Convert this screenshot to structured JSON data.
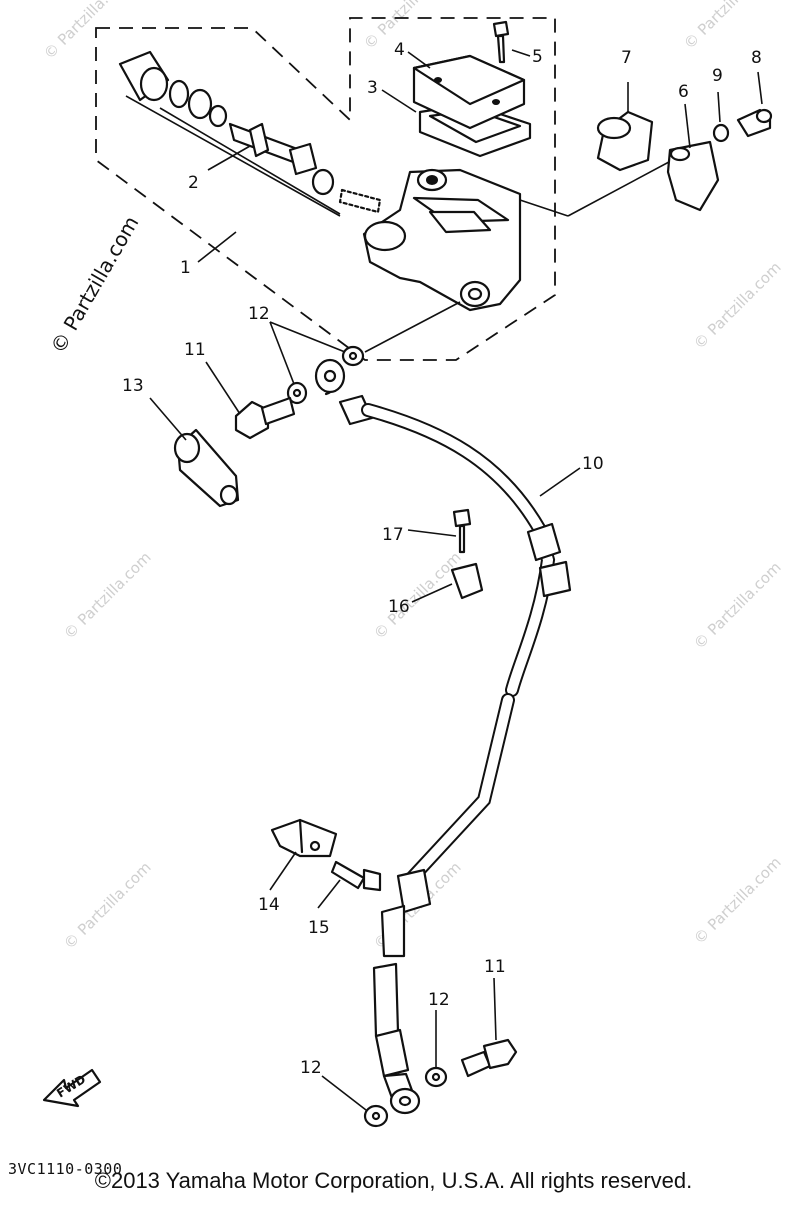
{
  "diagram": {
    "callouts": {
      "c1": "1",
      "c2": "2",
      "c3": "3",
      "c4": "4",
      "c5": "5",
      "c6": "6",
      "c7": "7",
      "c8": "8",
      "c9": "9",
      "c10": "10",
      "c11a": "11",
      "c11b": "11",
      "c12a": "12",
      "c12b": "12",
      "c12c": "12",
      "c13": "13",
      "c14": "14",
      "c15": "15",
      "c16": "16",
      "c17": "17"
    },
    "watermark_main": "© Partzilla.com",
    "watermark_faint": "© Partzilla.com",
    "fwd_label": "FWD"
  },
  "footer": {
    "diagram_code": "3VC1110-0300",
    "copyright": "©2013 Yamaha Motor Corporation, U.S.A. All rights reserved."
  }
}
